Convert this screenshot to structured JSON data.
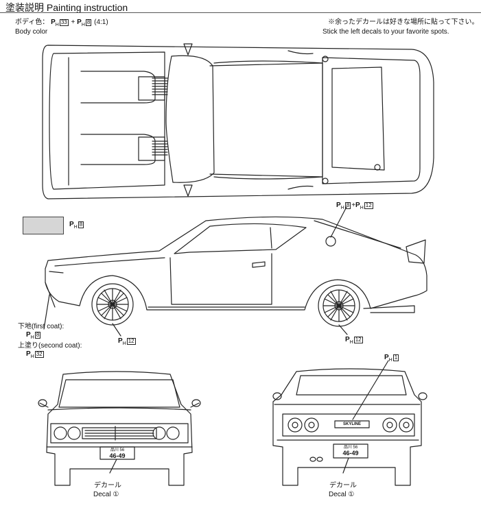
{
  "header": {
    "title": "塗装説明 Painting instruction"
  },
  "body_color": {
    "jp": "ボディ色：",
    "p1": "P",
    "p1_sub": "H",
    "p1_num": "33",
    "plus": "+",
    "p2": "P",
    "p2_sub": "H",
    "p2_num": "8",
    "ratio": "(4:1)",
    "en": "Body color"
  },
  "decal_note": {
    "jp": "※余ったデカールは好きな場所に貼って下さい。",
    "en": "Stick the left decals to your favorite spots."
  },
  "callouts": {
    "top_right": {
      "a": "8",
      "plus": "+",
      "b": "12"
    },
    "swatch_label": "8",
    "wheel_left": "12",
    "wheel_right": "12",
    "rear_emblem": "1"
  },
  "coats": {
    "first_label": "下地(first coat):",
    "first_num": "8",
    "second_label": "上塗り(second coat):",
    "second_num": "32"
  },
  "decals": {
    "front_jp": "デカール",
    "front_en": "Decal",
    "front_num": "①",
    "rear_jp": "デカール",
    "rear_en": "Decal",
    "rear_num": "①"
  },
  "plates": {
    "front_top": "品川 56",
    "front_main": "46-49",
    "rear_top": "品川 56",
    "rear_main": "46-49"
  },
  "emblem_text": "SKYLINE",
  "colors": {
    "line": "#222222",
    "swatch": "#d6d6d6"
  }
}
